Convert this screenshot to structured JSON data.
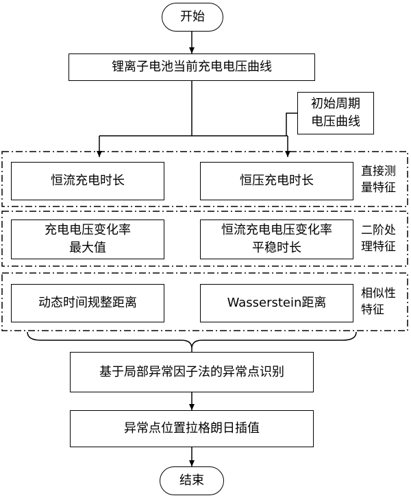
{
  "start": "开始",
  "end": "结束",
  "step_voltage_curve": "锂离子电池当前充电电压曲线",
  "initial_cycle_curve": [
    "初始周期",
    "电压曲线"
  ],
  "groups": [
    {
      "label": [
        "直接测",
        "量特征"
      ],
      "items": [
        [
          "恒流充电时长"
        ],
        [
          "恒压充电时长"
        ]
      ]
    },
    {
      "label": [
        "二阶处",
        "理特征"
      ],
      "items": [
        [
          "充电电压变化率",
          "最大值"
        ],
        [
          "恒流充电电压变化率",
          "平稳时长"
        ]
      ]
    },
    {
      "label": [
        "相似性",
        "特征"
      ],
      "items": [
        [
          "动态时间规整距离"
        ],
        [
          "Wasserstein距离"
        ]
      ]
    }
  ],
  "step_lof": "基于局部异常因子法的异常点识别",
  "step_lagrange": "异常点位置拉格朗日插值"
}
